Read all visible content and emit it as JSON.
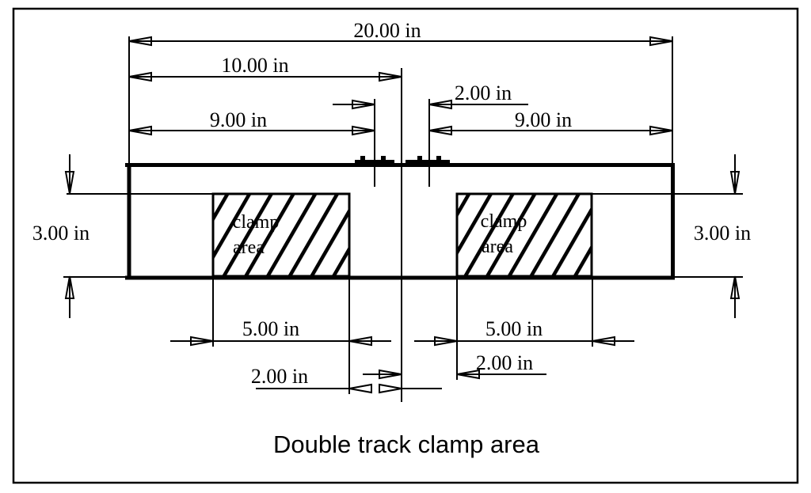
{
  "drawing": {
    "title": "Double track clamp area",
    "units": "in",
    "labels": {
      "overall_width": "20.00 in",
      "half_width": "10.00 in",
      "center_gap": "2.00 in",
      "left_span": "9.00 in",
      "right_span": "9.00 in",
      "left_height": "3.00 in",
      "right_height": "3.00 in",
      "left_clamp_width": "5.00 in",
      "right_clamp_width": "5.00 in",
      "left_clamp_offset": "2.00 in",
      "right_clamp_offset": "2.00 in"
    },
    "clamp_labels": {
      "left": {
        "line1": "clamp",
        "line2": "area"
      },
      "right": {
        "line1": "clamp",
        "line2": "area"
      }
    },
    "colors": {
      "line": "#000000",
      "background": "#ffffff"
    }
  }
}
